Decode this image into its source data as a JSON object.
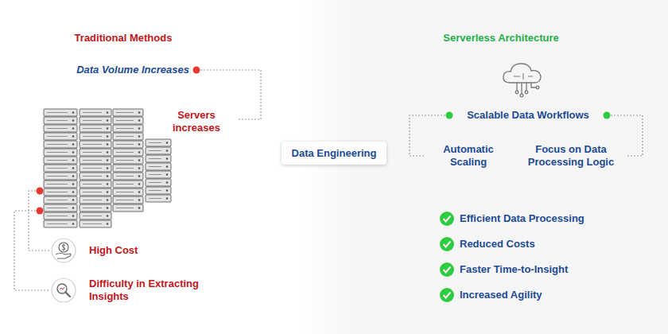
{
  "diagram": {
    "nodes": [
      {
        "text": [
          "Data Engineering"
        ]
      }
    ],
    "labels": [
      "Traditional Methods",
      "Data Volume Increases",
      "Servers increases",
      "High Cost",
      "Difficulty in Extracting Insights",
      "Serverless Architecture",
      "Scalable Data Workflows",
      "Automatic Scaling",
      "Focus on Data Processing Logic",
      "Efficient Data Processing",
      "Reduced Costs",
      "Faster Time-to-Insight",
      "Increased Agility"
    ]
  }
}
